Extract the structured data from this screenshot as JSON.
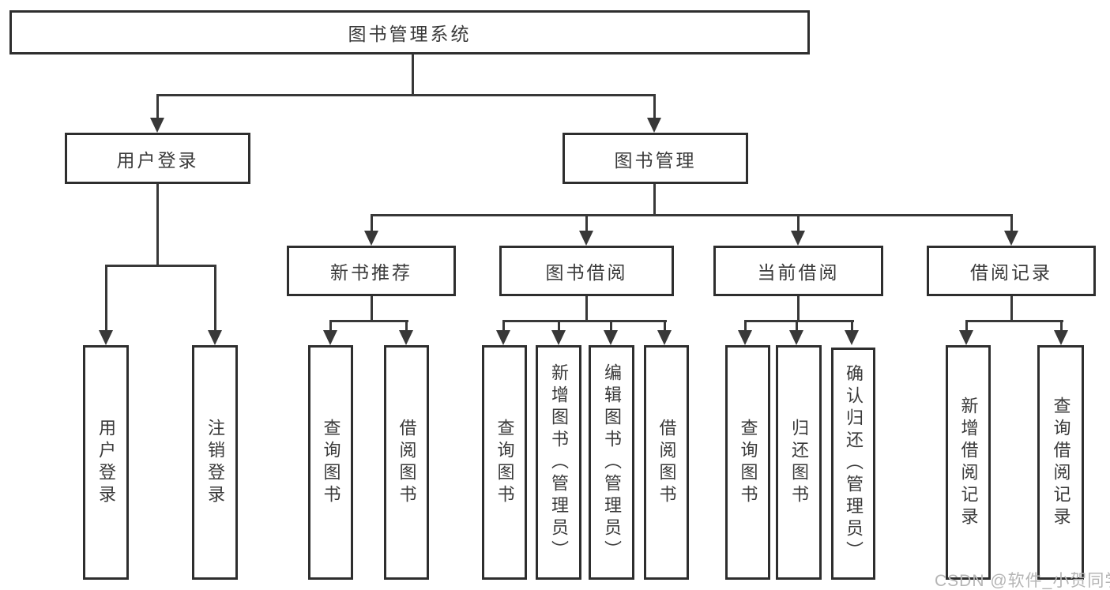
{
  "diagram": {
    "root": {
      "label": "图书管理系统"
    },
    "level2": {
      "user_login": {
        "label": "用户登录"
      },
      "book_management": {
        "label": "图书管理"
      }
    },
    "level3": {
      "new_book_recommend": {
        "label": "新书推荐"
      },
      "book_borrow": {
        "label": "图书借阅"
      },
      "current_borrow": {
        "label": "当前借阅"
      },
      "borrow_record": {
        "label": "借阅记录"
      }
    },
    "leaves": {
      "user_login": {
        "label": "用户登录"
      },
      "logout": {
        "label": "注销登录"
      },
      "recommend_query_books": {
        "label": "查询图书"
      },
      "recommend_borrow_books": {
        "label": "借阅图书"
      },
      "borrow_query_books": {
        "label": "查询图书"
      },
      "borrow_add_books": {
        "label": "新增图书（管理员）"
      },
      "borrow_edit_books": {
        "label": "编辑图书（管理员）"
      },
      "borrow_borrow_books": {
        "label": "借阅图书"
      },
      "current_query_books": {
        "label": "查询图书"
      },
      "current_return_books": {
        "label": "归还图书"
      },
      "current_confirm_return": {
        "label": "确认归还（管理员）"
      },
      "record_add_record": {
        "label": "新增借阅记录"
      },
      "record_query_record": {
        "label": "查询借阅记录"
      }
    },
    "colors": {
      "line": "#383838",
      "box_border": "#2e2e2e",
      "text": "#3a3a3a",
      "watermark": "#b5b5b5",
      "background": "#ffffff"
    }
  },
  "watermark": {
    "text": "CSDN @软件_小贺同学"
  }
}
